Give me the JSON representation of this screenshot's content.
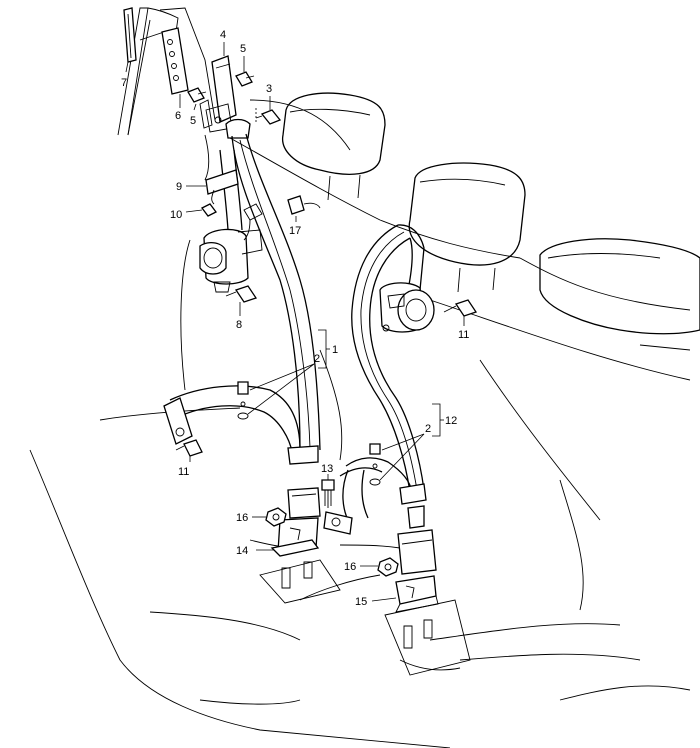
{
  "callouts": {
    "c1": "1",
    "c2a": "2",
    "c2b": "2",
    "c3": "3",
    "c4": "4",
    "c5a": "5",
    "c5b": "5",
    "c6": "6",
    "c7": "7",
    "c8": "8",
    "c9": "9",
    "c10": "10",
    "c11a": "11",
    "c11b": "11",
    "c12": "12",
    "c13": "13",
    "c14": "14",
    "c15": "15",
    "c16a": "16",
    "c16b": "16",
    "c17": "17"
  }
}
